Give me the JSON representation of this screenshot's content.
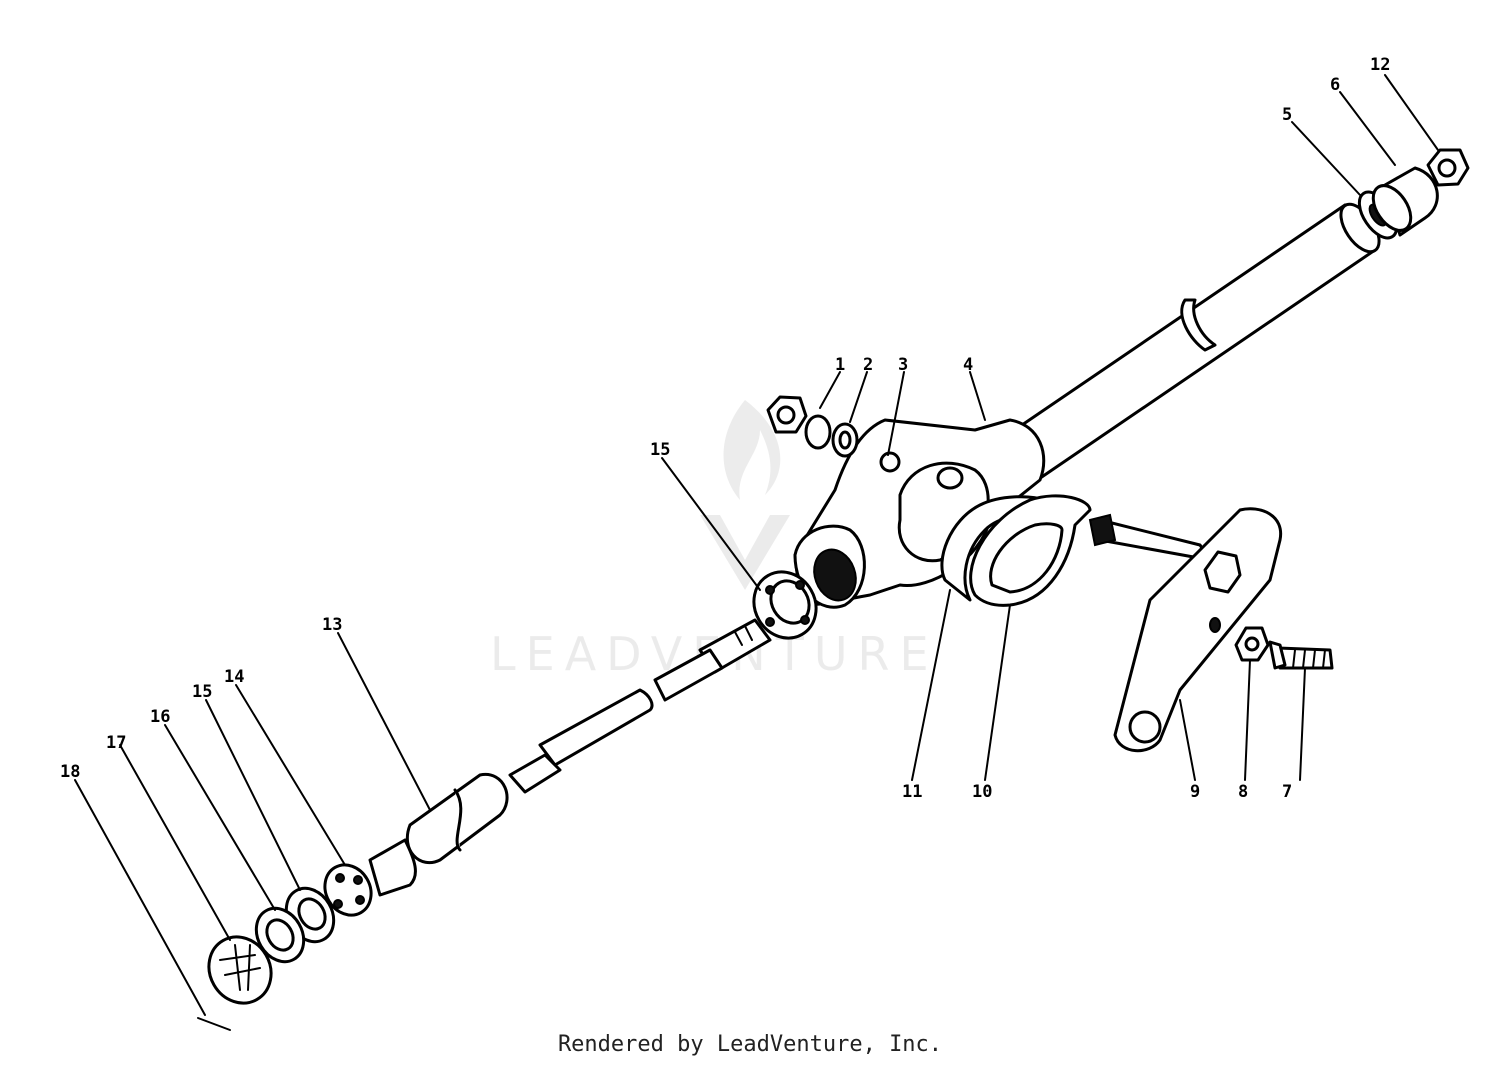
{
  "footer_text": "Rendered by LeadVenture, Inc.",
  "watermark_text": "LEADVENTURE",
  "callouts": {
    "c1": "1",
    "c2": "2",
    "c3": "3",
    "c4": "4",
    "c5": "5",
    "c6": "6",
    "c7": "7",
    "c8": "8",
    "c9": "9",
    "c10": "10",
    "c11": "11",
    "c12": "12",
    "c13": "13",
    "c14": "14",
    "c15a": "15",
    "c15b": "15",
    "c16": "16",
    "c17": "17",
    "c18": "18"
  },
  "colors": {
    "ink": "#000000",
    "watermark": "#d9d9d9",
    "background": "#ffffff"
  }
}
